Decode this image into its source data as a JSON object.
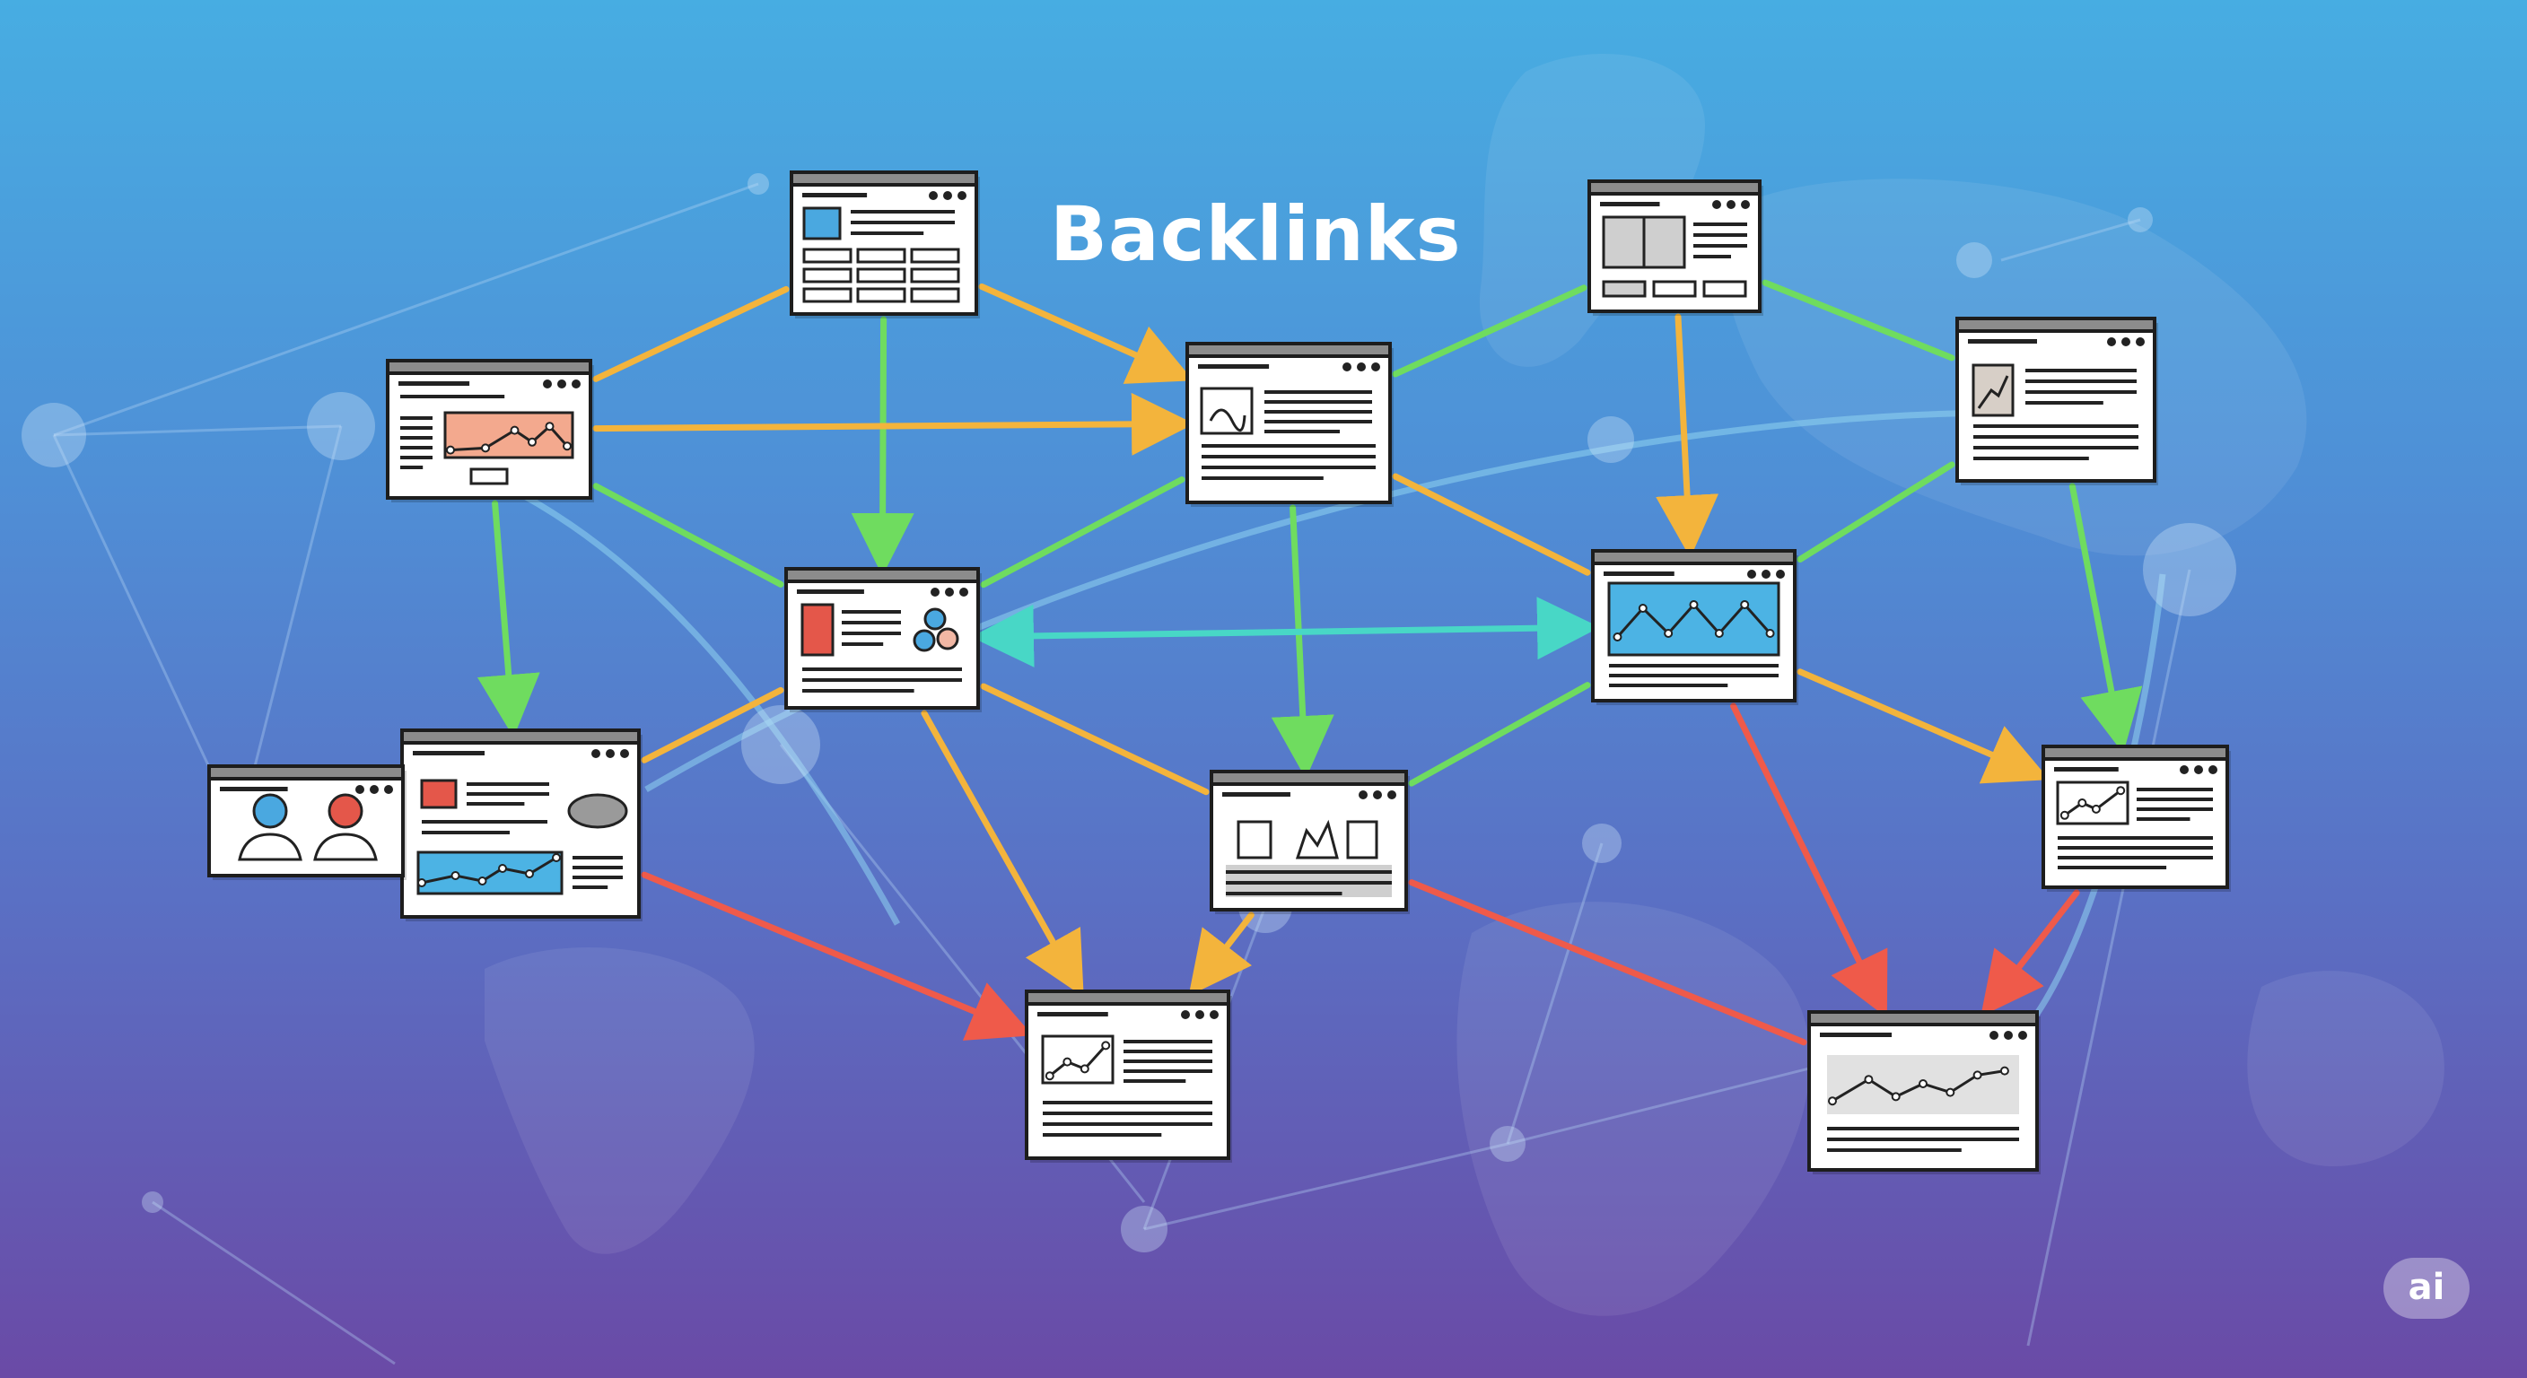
{
  "title": "Backlinks",
  "badge": "ai",
  "colors": {
    "green": "#6fdc5f",
    "orange": "#f3b43c",
    "red": "#ef5a4a",
    "teal": "#48d7c6",
    "node_fill": "#ffffff",
    "node_border": "#1d1d1d",
    "header_fill": "#8c8c8c"
  },
  "pages": [
    {
      "id": "top-center",
      "icon": "image-text-page-icon"
    },
    {
      "id": "top-left",
      "icon": "area-chart-page-icon"
    },
    {
      "id": "mid-top",
      "icon": "image-text-page-icon"
    },
    {
      "id": "top-right",
      "icon": "grid-layout-page-icon"
    },
    {
      "id": "right-top",
      "icon": "trend-image-page-icon"
    },
    {
      "id": "center-left",
      "icon": "people-circles-page-icon"
    },
    {
      "id": "center-right",
      "icon": "line-chart-page-icon"
    },
    {
      "id": "left-lower",
      "icon": "profile-page-icon"
    },
    {
      "id": "left-people",
      "icon": "people-page-icon"
    },
    {
      "id": "center-bottom",
      "icon": "building-icons-page-icon"
    },
    {
      "id": "right-mid",
      "icon": "line-chart-page-icon"
    },
    {
      "id": "bottom-center",
      "icon": "line-chart-page-icon"
    },
    {
      "id": "bottom-right",
      "icon": "line-chart-page-icon"
    }
  ],
  "links": [
    {
      "from": "top-center",
      "to": "top-left",
      "color": "orange",
      "arrow": false
    },
    {
      "from": "top-center",
      "to": "mid-top",
      "color": "orange",
      "arrow": true
    },
    {
      "from": "top-center",
      "to": "center-left",
      "color": "green",
      "arrow": true
    },
    {
      "from": "top-left",
      "to": "mid-top",
      "color": "orange",
      "arrow": true
    },
    {
      "from": "top-left",
      "to": "left-lower",
      "color": "green",
      "arrow": true
    },
    {
      "from": "top-left",
      "to": "center-left",
      "color": "green",
      "arrow": false
    },
    {
      "from": "mid-top",
      "to": "top-right",
      "color": "green",
      "arrow": false
    },
    {
      "from": "mid-top",
      "to": "center-left",
      "color": "green",
      "arrow": false
    },
    {
      "from": "mid-top",
      "to": "center-bottom",
      "color": "green",
      "arrow": true
    },
    {
      "from": "mid-top",
      "to": "center-right",
      "color": "orange",
      "arrow": false
    },
    {
      "from": "top-right",
      "to": "center-right",
      "color": "orange",
      "arrow": true
    },
    {
      "from": "top-right",
      "to": "right-top",
      "color": "green",
      "arrow": false
    },
    {
      "from": "right-top",
      "to": "center-right",
      "color": "green",
      "arrow": false
    },
    {
      "from": "right-top",
      "to": "right-mid",
      "color": "green",
      "arrow": true
    },
    {
      "from": "center-left",
      "to": "center-right",
      "color": "teal",
      "arrow": "both"
    },
    {
      "from": "center-left",
      "to": "left-lower",
      "color": "orange",
      "arrow": false
    },
    {
      "from": "center-left",
      "to": "bottom-center",
      "color": "orange",
      "arrow": true
    },
    {
      "from": "center-left",
      "to": "center-bottom",
      "color": "orange",
      "arrow": false
    },
    {
      "from": "center-bottom",
      "to": "bottom-center",
      "color": "orange",
      "arrow": true
    },
    {
      "from": "center-bottom",
      "to": "center-right",
      "color": "green",
      "arrow": false
    },
    {
      "from": "center-bottom",
      "to": "bottom-right",
      "color": "red",
      "arrow": false
    },
    {
      "from": "left-lower",
      "to": "bottom-center",
      "color": "red",
      "arrow": true
    },
    {
      "from": "center-right",
      "to": "right-mid",
      "color": "orange",
      "arrow": true
    },
    {
      "from": "center-right",
      "to": "bottom-right",
      "color": "red",
      "arrow": true
    },
    {
      "from": "right-mid",
      "to": "bottom-right",
      "color": "red",
      "arrow": true
    }
  ]
}
